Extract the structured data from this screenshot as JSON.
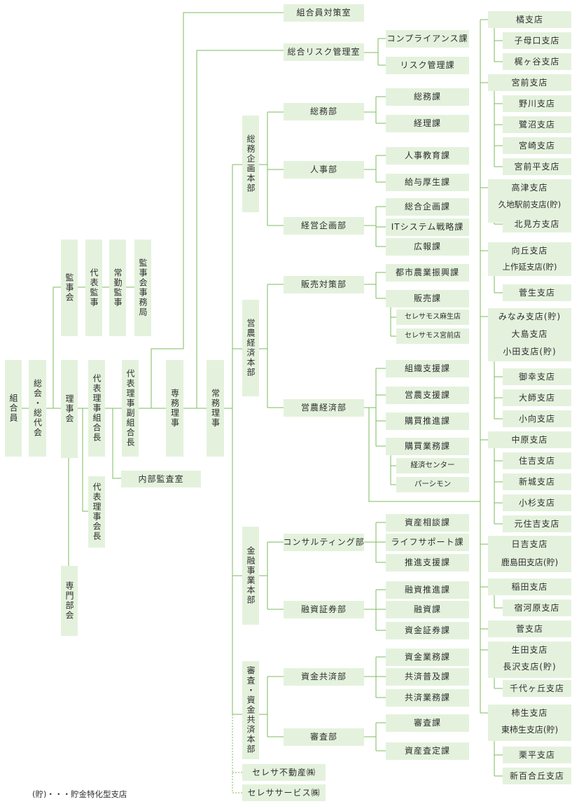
{
  "diagram": {
    "nodes": {
      "kumiaiin": "組合員",
      "sokai": "総会・総代会",
      "kanjikai": "監事会",
      "daihyo_kanji": "代表監事",
      "jokin_kanji": "常勤監事",
      "kanjikai_jimukyoku": "監事会事務局",
      "rijikai": "理事会",
      "senmon_bukai": "専門部会",
      "kumiaicho": "代表理事組合長",
      "rijikaicho": "代表理事会長",
      "fuku_kumiaicho": "代表理事副組合長",
      "naibu_kansa": "内部監査室",
      "senmu": "専務理事",
      "jomu": "常務理事",
      "kumiaiin_taisaku": "組合員対策室",
      "risk_kanri": "総合リスク管理室",
      "compliance": "コンプライアンス課",
      "risk_ka": "リスク管理課",
      "somu_honbu": "総務企画本部",
      "eino_honbu": "営農経済本部",
      "kinyu_honbu": "金融事業本部",
      "shinsa_honbu": "審査・資金共済本部",
      "somubu": "総務部",
      "jinjibu": "人事部",
      "keiei_kikakubu": "経営企画部",
      "hanbai_taisakubu": "販売対策部",
      "eino_keizaibu": "営農経済部",
      "consulting": "コンサルティング部",
      "yushi_shoken": "融資証券部",
      "shikin_kyosai": "資金共済部",
      "shinsabu": "審査部",
      "somuka": "総務課",
      "keirika": "経理課",
      "jinji_kyoiku": "人事教育課",
      "kyuyo_kosei": "給与厚生課",
      "sogo_kikaku": "総合企画課",
      "it_system": "ITシステム戦略課",
      "kohoka": "広報課",
      "toshi_nogyo": "都市農業振興課",
      "hanbaika": "販売課",
      "ceresa_asao": "セレサモス麻生店",
      "ceresa_miyamae": "セレサモス宮前店",
      "soshiki_shien": "組織支援課",
      "eino_shien": "営農支援課",
      "konyu_suishin": "購買推進課",
      "konyu_gyomu": "購買業務課",
      "keizai_center": "経済センター",
      "persimon": "パーシモン",
      "shisan_sodan": "資産相談課",
      "life_support": "ライフサポート課",
      "suishin_shien": "推進支援課",
      "yushi_suishin": "融資推進課",
      "yushika": "融資課",
      "shikin_shoken": "資金証券課",
      "shikin_gyomu": "資金業務課",
      "kyosai_fukyu": "共済普及課",
      "kyosai_gyomu": "共済業務課",
      "shinsaka": "審査課",
      "shisan_satei": "資産査定課",
      "ceresa_fudosan": "セレサ不動産㈱",
      "ceresa_service": "セレササービス㈱"
    },
    "branches": {
      "tachibana": "橘支店",
      "koboguchi": "子母口支店",
      "kajigaya": "梶ヶ谷支店",
      "miyamae": "宮前支店",
      "nogawa": "野川支店",
      "saginuma": "鷺沼支店",
      "miyazaki": "宮崎支店",
      "miyamaedaira": "宮前平支店",
      "takatsu": "高津支店",
      "kujiekimae": "久地駅前支店(貯)",
      "kitamikata": "北見方支店",
      "mukaigaoka": "向丘支店",
      "kamisakunobe": "上作延支店(貯)",
      "sugao": "菅生支店",
      "minami": "みなみ支店(貯)",
      "oshima": "大島支店",
      "oda": "小田支店(貯)",
      "miyuki": "御幸支店",
      "daishi": "大師支店",
      "komukai": "小向支店",
      "nakahara": "中原支店",
      "sumiyoshi": "住吉支店",
      "shinjo": "新城支店",
      "kosugi": "小杉支店",
      "motosumiyoshi": "元住吉支店",
      "hiyoshi": "日吉支店",
      "kashimada": "鹿島田支店(貯)",
      "inada": "稲田支店",
      "shukugawara": "宿河原支店",
      "suge": "菅支店",
      "ikuta": "生田支店",
      "nagasawa": "長沢支店(貯)",
      "chiyogaoka": "千代ヶ丘支店",
      "kakio": "柿生支店",
      "higashikakio": "東柿生支店(貯)",
      "kurihira": "栗平支店",
      "shinyurigaoka": "新百合丘支店"
    },
    "footnote": "(貯)・・・貯金特化型支店",
    "colors": {
      "box_fill": "#e4f2dd",
      "line": "#7dbb5e",
      "text": "#2e2e2e"
    }
  }
}
